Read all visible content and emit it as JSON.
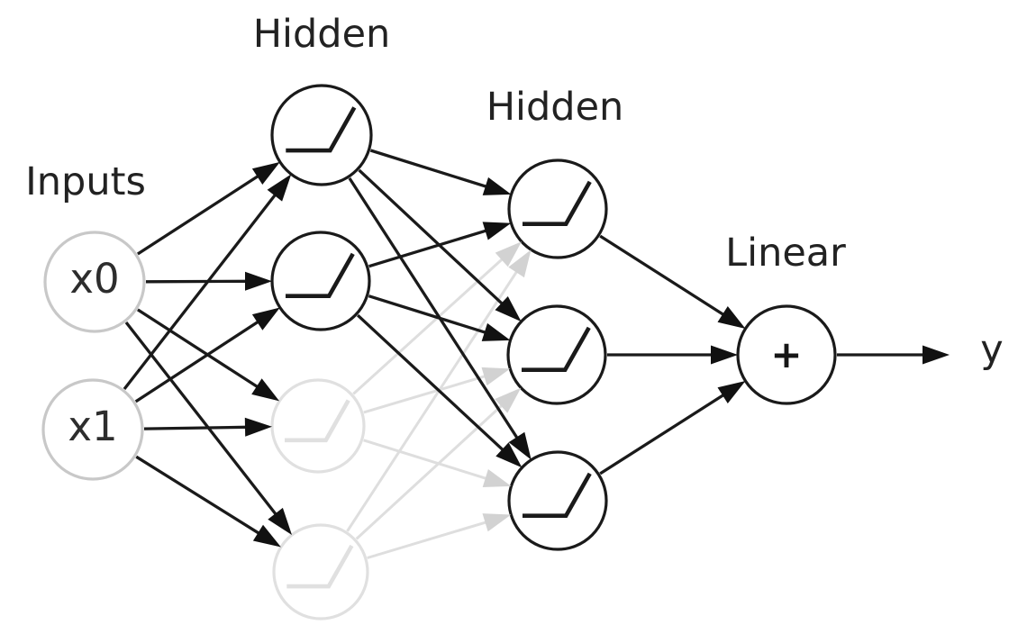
{
  "diagram": {
    "type": "feedforward-neural-network",
    "layer_labels": [
      {
        "id": "inputs",
        "text": "Inputs"
      },
      {
        "id": "hidden1",
        "text": "Hidden"
      },
      {
        "id": "hidden2",
        "text": "Hidden"
      },
      {
        "id": "output",
        "text": "Linear"
      }
    ],
    "output_label": "y",
    "nodes": [
      {
        "id": "x0",
        "layer": "inputs",
        "text": "x0",
        "state": "input"
      },
      {
        "id": "x1",
        "layer": "inputs",
        "text": "x1",
        "state": "input"
      },
      {
        "id": "h1a",
        "layer": "hidden1",
        "icon": "relu-icon",
        "state": "active"
      },
      {
        "id": "h1b",
        "layer": "hidden1",
        "icon": "relu-icon",
        "state": "active"
      },
      {
        "id": "h1c",
        "layer": "hidden1",
        "icon": "relu-icon",
        "state": "inactive"
      },
      {
        "id": "h1d",
        "layer": "hidden1",
        "icon": "relu-icon",
        "state": "inactive"
      },
      {
        "id": "h2a",
        "layer": "hidden2",
        "icon": "relu-icon",
        "state": "active"
      },
      {
        "id": "h2b",
        "layer": "hidden2",
        "icon": "relu-icon",
        "state": "active"
      },
      {
        "id": "h2c",
        "layer": "hidden2",
        "icon": "relu-icon",
        "state": "active"
      },
      {
        "id": "sum",
        "layer": "output",
        "icon": "sum-icon",
        "text": "+",
        "state": "active"
      }
    ],
    "edges": [
      {
        "from": "x0",
        "to": "h1a",
        "state": "active"
      },
      {
        "from": "x0",
        "to": "h1b",
        "state": "active"
      },
      {
        "from": "x0",
        "to": "h1c",
        "state": "active"
      },
      {
        "from": "x0",
        "to": "h1d",
        "state": "active"
      },
      {
        "from": "x1",
        "to": "h1a",
        "state": "active"
      },
      {
        "from": "x1",
        "to": "h1b",
        "state": "active"
      },
      {
        "from": "x1",
        "to": "h1c",
        "state": "active"
      },
      {
        "from": "x1",
        "to": "h1d",
        "state": "active"
      },
      {
        "from": "h1a",
        "to": "h2a",
        "state": "active"
      },
      {
        "from": "h1a",
        "to": "h2b",
        "state": "active"
      },
      {
        "from": "h1a",
        "to": "h2c",
        "state": "active"
      },
      {
        "from": "h1b",
        "to": "h2a",
        "state": "active"
      },
      {
        "from": "h1b",
        "to": "h2b",
        "state": "active"
      },
      {
        "from": "h1b",
        "to": "h2c",
        "state": "active"
      },
      {
        "from": "h1c",
        "to": "h2a",
        "state": "inactive"
      },
      {
        "from": "h1c",
        "to": "h2b",
        "state": "inactive"
      },
      {
        "from": "h1c",
        "to": "h2c",
        "state": "inactive"
      },
      {
        "from": "h1d",
        "to": "h2a",
        "state": "inactive"
      },
      {
        "from": "h1d",
        "to": "h2b",
        "state": "inactive"
      },
      {
        "from": "h1d",
        "to": "h2c",
        "state": "inactive"
      },
      {
        "from": "h2a",
        "to": "sum",
        "state": "active"
      },
      {
        "from": "h2b",
        "to": "sum",
        "state": "active"
      },
      {
        "from": "h2c",
        "to": "sum",
        "state": "active"
      },
      {
        "from": "sum",
        "to": "y_out",
        "state": "active"
      }
    ],
    "colors": {
      "active": "#1a1a1a",
      "arrow": "#111111",
      "inactive": "#e0e0e0",
      "inactive_line": "#dedede",
      "inactive_arrow": "#d2d2d2",
      "input_ring": "#c8c8c8",
      "text": "#222222",
      "background": "#ffffff"
    }
  }
}
